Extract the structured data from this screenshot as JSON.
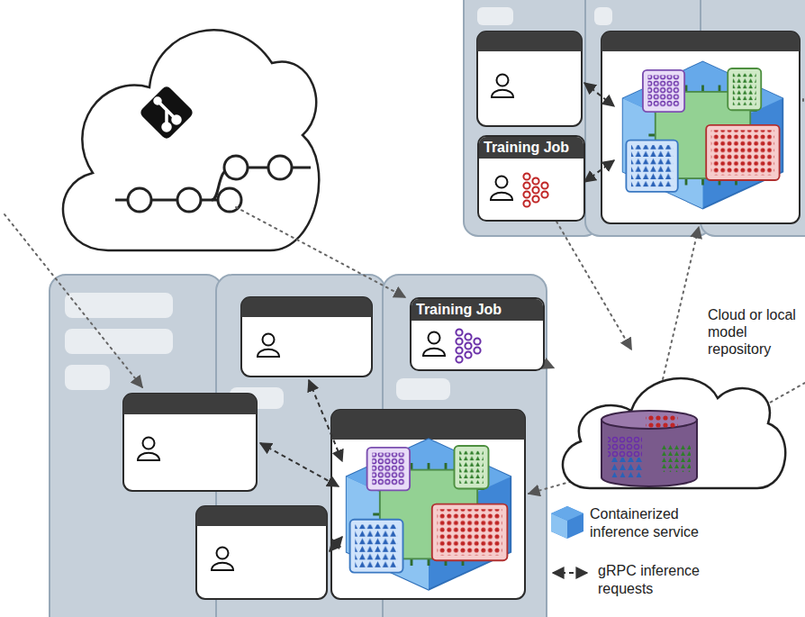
{
  "diagram": {
    "nodes": [
      {
        "text": [
          "Training Job"
        ]
      },
      {
        "text": [
          "Training Job"
        ]
      },
      {
        "text": [
          "Cloud or local model repository"
        ]
      }
    ],
    "edges": [
      {
        "from": 0,
        "to": 2,
        "arrow": "to"
      },
      {
        "from": 1,
        "to": 2,
        "arrow": "to"
      }
    ],
    "legend": [
      {
        "text": "Containerized inference service"
      },
      {
        "text": "gRPC inference requests"
      }
    ]
  }
}
